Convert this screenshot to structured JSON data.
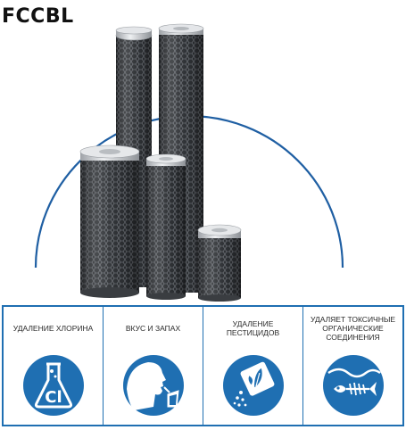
{
  "title": "FCCBL",
  "product": {
    "image_name": "carbon-block-filter-cartridges"
  },
  "colors": {
    "accent": "#1f6fb2",
    "carbon": "#3c3f44",
    "cap": "#c9ccd0"
  },
  "features": [
    {
      "label": "УДАЛЕНИЕ ХЛОРИНА",
      "icon": "flask-chlorine-icon"
    },
    {
      "label": "ВКУС И ЗАПАХ",
      "icon": "face-taste-smell-icon"
    },
    {
      "label": "УДАЛЕНИЕ ПЕСТИЦИДОВ",
      "icon": "pesticide-bag-icon"
    },
    {
      "label": "УДАЛЯЕТ ТОКСИЧНЫЕ ОРГАНИЧЕСКИЕ СОЕДИНЕНИЯ",
      "icon": "fish-skeleton-icon"
    }
  ],
  "icon_text": {
    "chlorine": "Cl"
  }
}
